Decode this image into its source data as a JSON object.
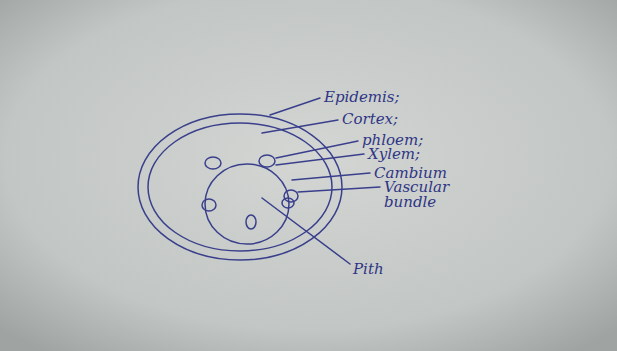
{
  "diagram": {
    "labels": [
      "Epidemis;",
      "Cortex;",
      "phloem;",
      "Xylem;",
      "Cambium",
      "Vascular bundle",
      "Pith"
    ]
  }
}
